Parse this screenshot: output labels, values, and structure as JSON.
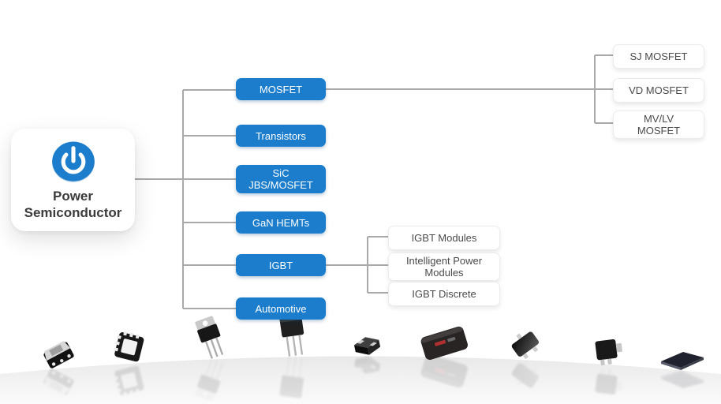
{
  "root": {
    "label": "Power\nSemiconductor",
    "icon": "power-icon"
  },
  "categories": {
    "mosfet": {
      "label": "MOSFET"
    },
    "transistors": {
      "label": "Transistors"
    },
    "sic": {
      "label": "SiC\nJBS/MOSFET"
    },
    "gan": {
      "label": "GaN HEMTs"
    },
    "igbt": {
      "label": "IGBT"
    },
    "automotive": {
      "label": "Automotive"
    }
  },
  "mosfet_children": {
    "sj": {
      "label": "SJ MOSFET"
    },
    "vd": {
      "label": "VD MOSFET"
    },
    "mvlv": {
      "label": "MV/LV\nMOSFET"
    }
  },
  "igbt_children": {
    "modules": {
      "label": "IGBT Modules"
    },
    "ipm": {
      "label": "Intelligent Power\nModules"
    },
    "discrete": {
      "label": "IGBT Discrete"
    }
  },
  "colors": {
    "accent_blue": "#1b7dcb",
    "connector_gray": "#a9a9a9",
    "leaf_text": "#4a4a4a",
    "root_text": "#3b3b3b",
    "surface_gray": "#eaeaea"
  },
  "packages": [
    "dfn-package",
    "qfn-bottom-package",
    "to220-package",
    "to247-package",
    "smd-diode-package",
    "power-module-package",
    "sot23-package",
    "sot223-package",
    "qfn-flat-package"
  ]
}
